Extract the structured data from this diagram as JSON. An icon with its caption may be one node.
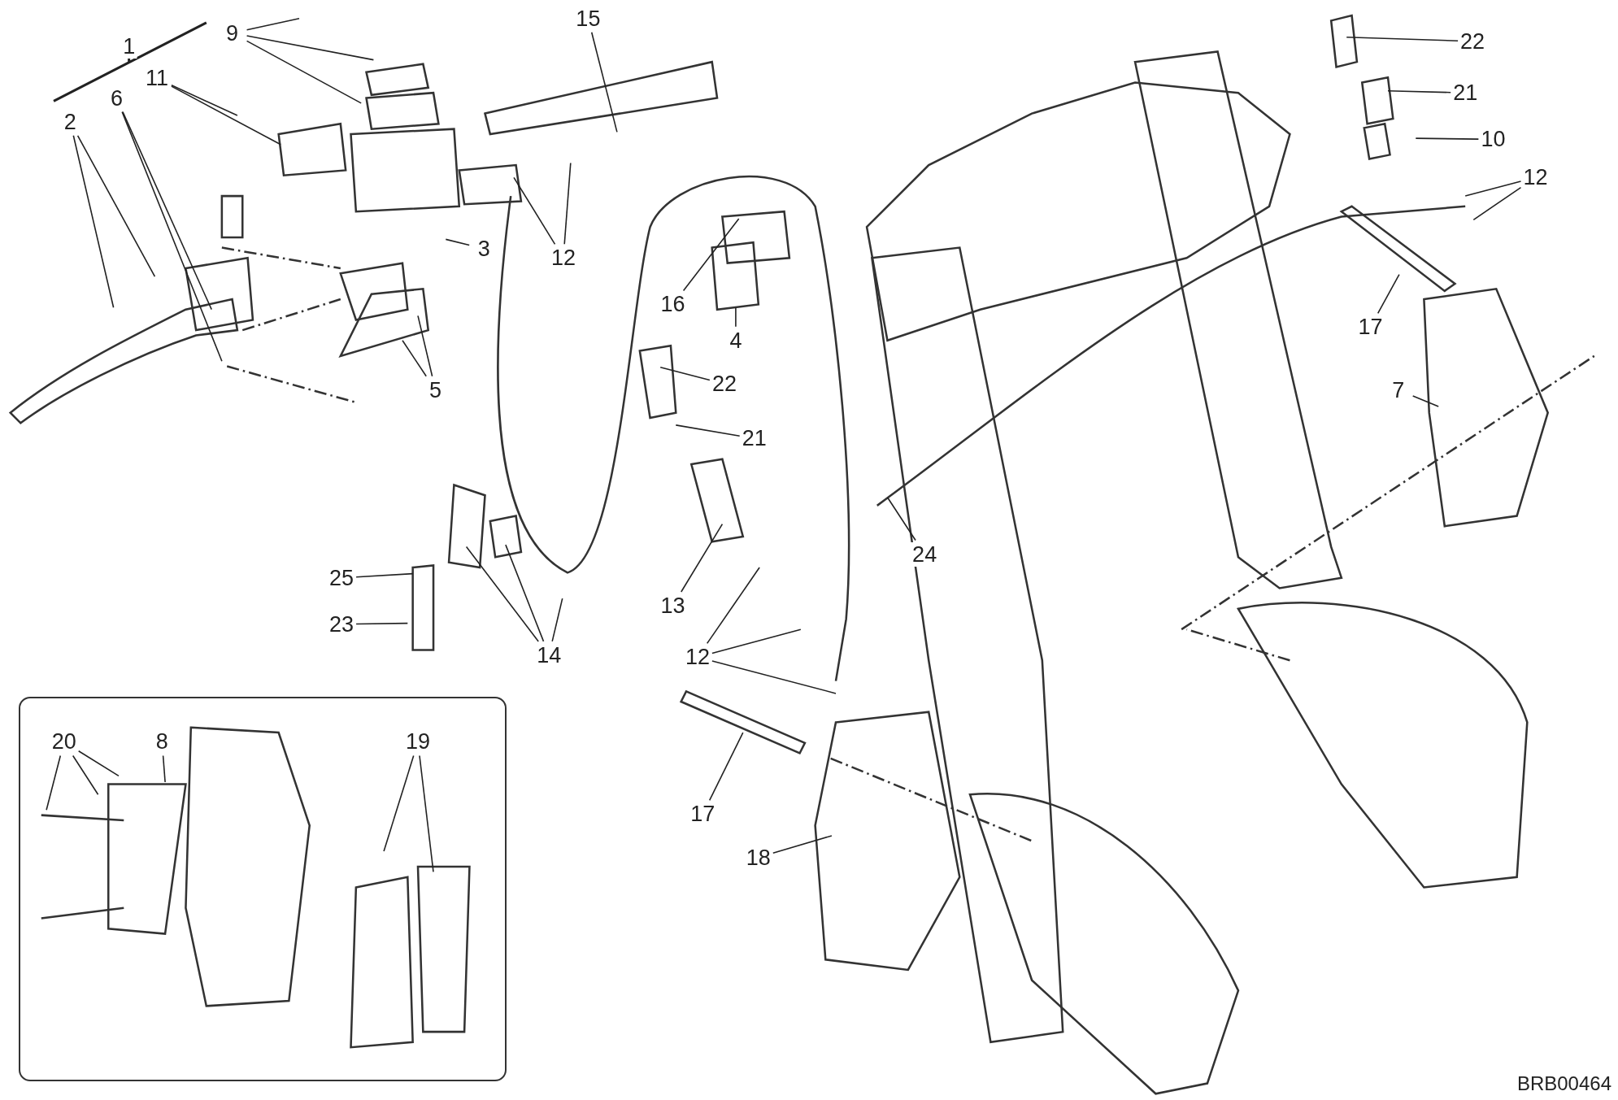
{
  "diagram": {
    "nodes": [
      {
        "text": [
          "1"
        ]
      },
      {
        "text": [
          "9"
        ]
      },
      {
        "text": [
          "15"
        ]
      },
      {
        "text": [
          "22"
        ]
      },
      {
        "text": [
          "2"
        ]
      },
      {
        "text": [
          "11"
        ]
      },
      {
        "text": [
          "6"
        ]
      },
      {
        "text": [
          "21"
        ]
      },
      {
        "text": [
          "10"
        ]
      },
      {
        "text": [
          "12"
        ]
      },
      {
        "text": [
          "3"
        ]
      },
      {
        "text": [
          "12"
        ]
      },
      {
        "text": [
          "16"
        ]
      },
      {
        "text": [
          "4"
        ]
      },
      {
        "text": [
          "17"
        ]
      },
      {
        "text": [
          "22"
        ]
      },
      {
        "text": [
          "5"
        ]
      },
      {
        "text": [
          "7"
        ]
      },
      {
        "text": [
          "21"
        ]
      },
      {
        "text": [
          "24"
        ]
      },
      {
        "text": [
          "13"
        ]
      },
      {
        "text": [
          "25"
        ]
      },
      {
        "text": [
          "23"
        ]
      },
      {
        "text": [
          "14"
        ]
      },
      {
        "text": [
          "12"
        ]
      },
      {
        "text": [],
        "shape": "box"
      },
      {
        "text": [
          "20"
        ],
        "in": 25
      },
      {
        "text": [
          "8"
        ],
        "in": 25
      },
      {
        "text": [
          "19"
        ],
        "in": 25
      },
      {
        "text": [
          "17"
        ]
      },
      {
        "text": [
          "18"
        ]
      }
    ],
    "edges": [
      {
        "from": 1,
        "to": null,
        "arrow": "none"
      },
      {
        "from": 1,
        "to": null,
        "arrow": "none"
      },
      {
        "from": 1,
        "to": null,
        "arrow": "none"
      },
      {
        "from": 2,
        "to": null,
        "arrow": "none"
      },
      {
        "from": 3,
        "to": null,
        "arrow": "none"
      },
      {
        "from": 4,
        "to": null,
        "arrow": "none"
      },
      {
        "from": 4,
        "to": null,
        "arrow": "none"
      },
      {
        "from": 5,
        "to": null,
        "arrow": "none"
      },
      {
        "from": 5,
        "to": null,
        "arrow": "none"
      },
      {
        "from": 6,
        "to": null,
        "arrow": "none"
      },
      {
        "from": 6,
        "to": null,
        "arrow": "none"
      },
      {
        "from": 7,
        "to": null,
        "arrow": "none"
      },
      {
        "from": 8,
        "to": null,
        "arrow": "none"
      },
      {
        "from": 9,
        "to": null,
        "arrow": "none"
      },
      {
        "from": 9,
        "to": null,
        "arrow": "none"
      },
      {
        "from": 10,
        "to": null,
        "arrow": "none"
      },
      {
        "from": 11,
        "to": null,
        "arrow": "none"
      },
      {
        "from": 11,
        "to": null,
        "arrow": "none"
      },
      {
        "from": 12,
        "to": null,
        "arrow": "none"
      },
      {
        "from": 13,
        "to": null,
        "arrow": "none"
      },
      {
        "from": 14,
        "to": null,
        "arrow": "none"
      },
      {
        "from": 15,
        "to": null,
        "arrow": "none"
      },
      {
        "from": 16,
        "to": null,
        "arrow": "none"
      },
      {
        "from": 16,
        "to": null,
        "arrow": "none"
      },
      {
        "from": 17,
        "to": null,
        "arrow": "none"
      },
      {
        "from": 18,
        "to": null,
        "arrow": "none"
      },
      {
        "from": 19,
        "to": null,
        "arrow": "none"
      },
      {
        "from": 20,
        "to": null,
        "arrow": "none"
      },
      {
        "from": 21,
        "to": null,
        "arrow": "none"
      },
      {
        "from": 22,
        "to": null,
        "arrow": "none"
      },
      {
        "from": 23,
        "to": null,
        "arrow": "none"
      },
      {
        "from": 23,
        "to": null,
        "arrow": "none"
      },
      {
        "from": 23,
        "to": null,
        "arrow": "none"
      },
      {
        "from": 24,
        "to": null,
        "arrow": "none"
      },
      {
        "from": 24,
        "to": null,
        "arrow": "none"
      },
      {
        "from": 24,
        "to": null,
        "arrow": "none"
      },
      {
        "from": 26,
        "to": null,
        "arrow": "none"
      },
      {
        "from": 26,
        "to": null,
        "arrow": "none"
      },
      {
        "from": 26,
        "to": null,
        "arrow": "none"
      },
      {
        "from": 27,
        "to": null,
        "arrow": "none"
      },
      {
        "from": 28,
        "to": null,
        "arrow": "none"
      },
      {
        "from": 28,
        "to": null,
        "arrow": "none"
      },
      {
        "from": 29,
        "to": null,
        "arrow": "none"
      },
      {
        "from": 30,
        "to": null,
        "arrow": "none"
      }
    ],
    "labels": [
      "BRB00464"
    ]
  }
}
